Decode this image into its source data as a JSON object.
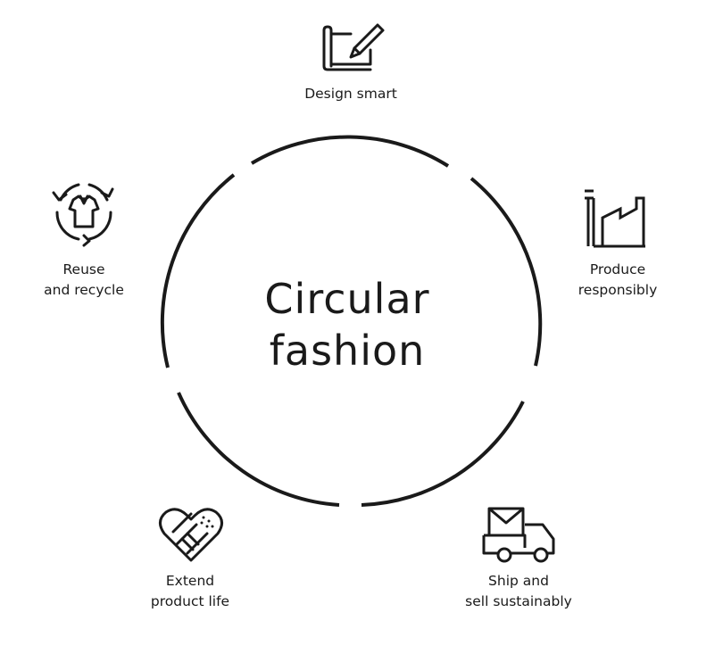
{
  "center": {
    "line1": "Circular",
    "line2": "fashion"
  },
  "stages": {
    "design": {
      "line1": "Design smart"
    },
    "produce": {
      "line1": "Produce",
      "line2": "responsibly"
    },
    "ship": {
      "line1": "Ship and",
      "line2": "sell sustainably"
    },
    "extend": {
      "line1": "Extend",
      "line2": "product life"
    },
    "reuse": {
      "line1": "Reuse",
      "line2": "and recycle"
    }
  },
  "colors": {
    "ink": "#1a1a1a",
    "background": "#ffffff"
  },
  "icons": {
    "design": "design-drawing-icon",
    "produce": "factory-icon",
    "ship": "truck-icon",
    "extend": "heart-patch-icon",
    "reuse": "recycle-shirt-icon"
  }
}
